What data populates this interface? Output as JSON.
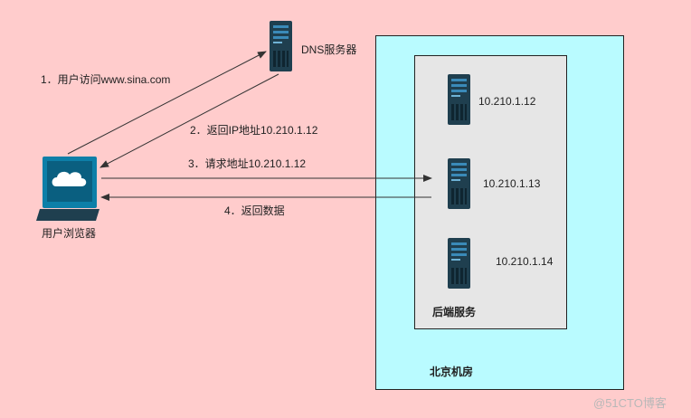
{
  "colors": {
    "background": "#ffcccc",
    "datacenter_fill": "#b9fbff",
    "backend_fill": "#e6e6e6",
    "server_dark": "#1f3f4f",
    "server_accent": "#3a8ab8",
    "computer_blue": "#0d7fa8",
    "arrow": "#333333"
  },
  "nodes": {
    "dns_label": "DNS服务器",
    "browser_label": "用户浏览器",
    "datacenter_label": "北京机房",
    "backend_label": "后端服务",
    "servers": [
      {
        "ip": "10.210.1.12"
      },
      {
        "ip": "10.210.1.13"
      },
      {
        "ip": "10.210.1.14"
      }
    ]
  },
  "steps": [
    {
      "label": "1．用户访问www.sina.com"
    },
    {
      "label": "2．返回IP地址10.210.1.12"
    },
    {
      "label": "3．请求地址10.210.1.12"
    },
    {
      "label": "4．返回数据"
    }
  ],
  "icons": [
    "server-icon",
    "computer-icon"
  ],
  "watermark": "@51CTO博客"
}
